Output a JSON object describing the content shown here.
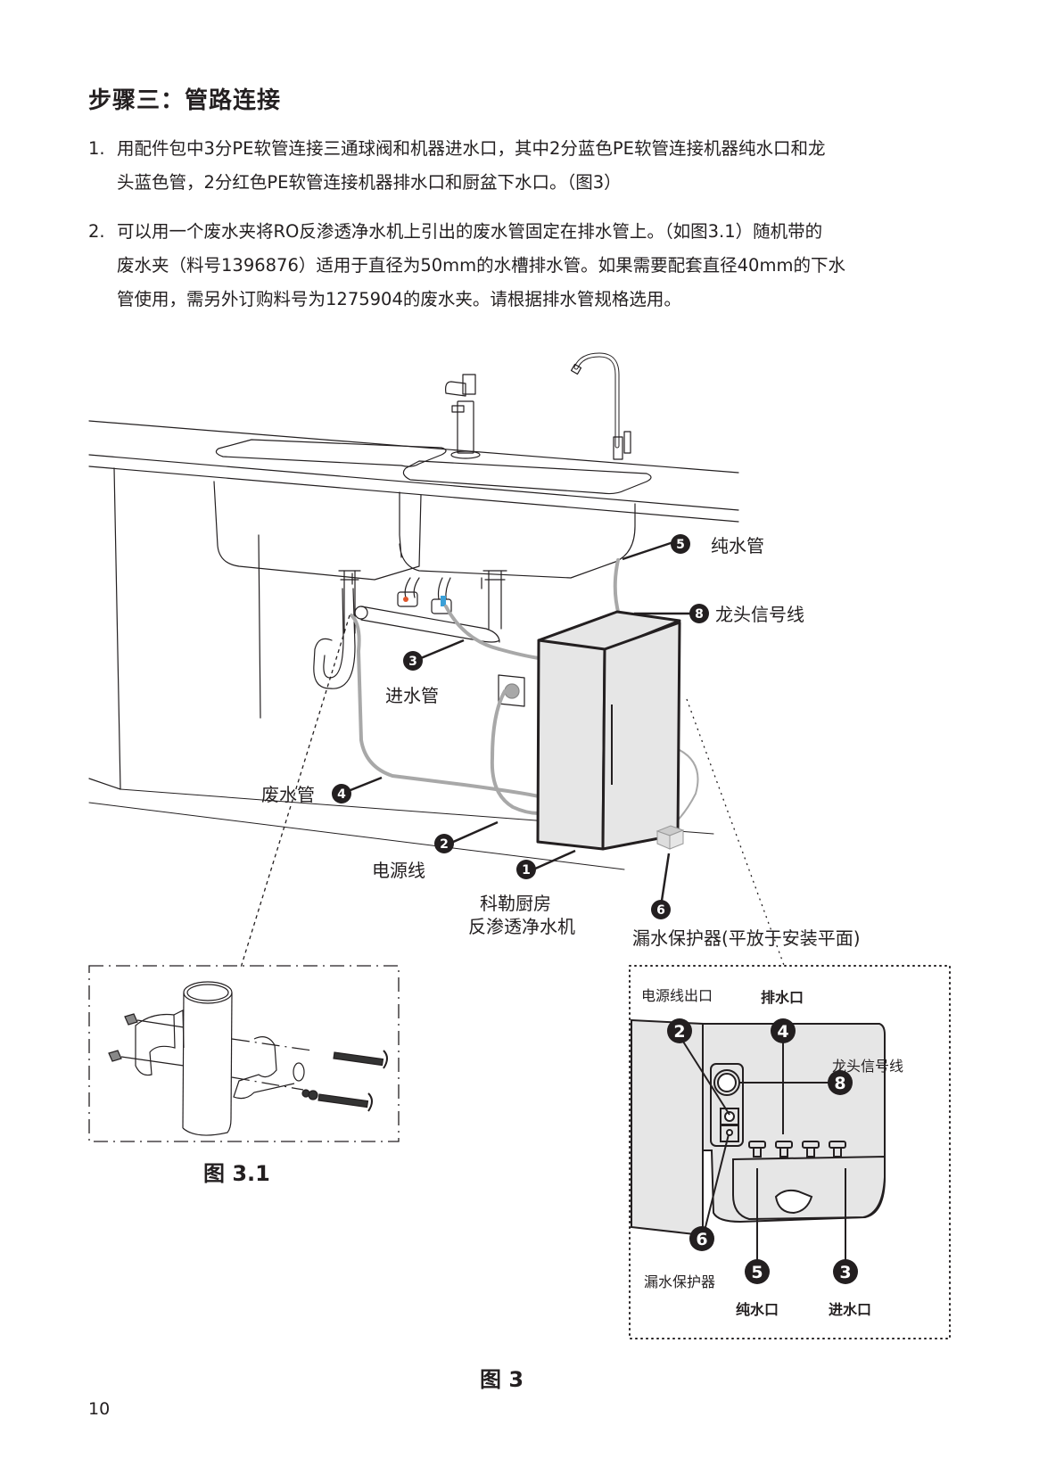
{
  "page": {
    "section_title": "步骤三：管路连接",
    "page_number": "10"
  },
  "instructions": [
    {
      "number": "1.",
      "lines": [
        "用配件包中3分PE软管连接三通球阀和机器进水口，其中2分蓝色PE软管连接机器纯水口和龙",
        "头蓝色管，2分红色PE软管连接机器排水口和厨盆下水口。（图3）"
      ]
    },
    {
      "number": "2.",
      "lines": [
        "可以用一个废水夹将RO反渗透净水机上引出的废水管固定在排水管上。（如图3.1）随机带的",
        "废水夹（料号1396876）适用于直径为50mm的水槽排水管。如果需要配套直径40mm的下水",
        "管使用，需另外订购料号为1275904的废水夹。请根据排水管规格选用。"
      ]
    }
  ],
  "main_figure": {
    "callouts": [
      {
        "number": "5",
        "label": "纯水管"
      },
      {
        "number": "8",
        "label": "龙头信号线"
      },
      {
        "number": "3",
        "label": "进水管"
      },
      {
        "number": "4",
        "label": "废水管"
      },
      {
        "number": "2",
        "label": "电源线"
      },
      {
        "number": "1",
        "label_line1": "科勒厨房",
        "label_line2": "反渗透净水机"
      },
      {
        "number": "6",
        "label": "漏水保护器(平放于安装平面)"
      }
    ],
    "caption": "图 3"
  },
  "detail_clamp": {
    "caption": "图 3.1"
  },
  "detail_ports": {
    "callouts": [
      {
        "number": "2",
        "label": "电源线出口"
      },
      {
        "number": "4",
        "label": "排水口"
      },
      {
        "number": "8",
        "label": "龙头信号线"
      },
      {
        "number": "6",
        "label": "漏水保护器"
      },
      {
        "number": "5",
        "label": "纯水口"
      },
      {
        "number": "3",
        "label": "进水口"
      }
    ]
  },
  "colors": {
    "text": "#231f20",
    "machine_fill": "#e6e6e6",
    "tube_gray": "#a8a8a8",
    "blue_valve": "#3aa0d8",
    "red_valve": "#e0552b"
  }
}
